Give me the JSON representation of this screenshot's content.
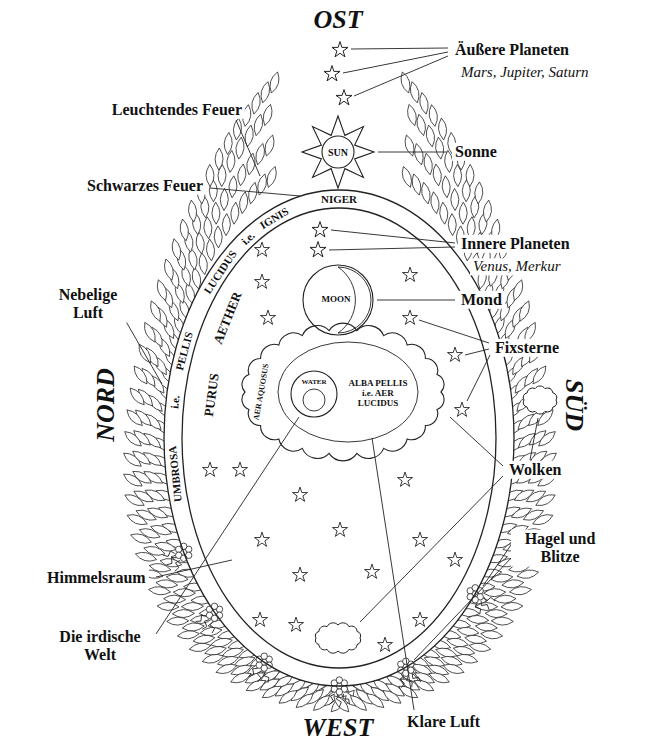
{
  "diagram": {
    "nodes": [
      {
        "text": [
          "SUN"
        ]
      },
      {
        "text": [
          "LUCIDUS",
          "i.e.",
          "IGNIS",
          "NIGER",
          "PELLIS",
          "i.e.",
          "UMBROSA"
        ]
      },
      {
        "text": [
          "AETHER",
          "PURUS"
        ],
        "in": 1
      },
      {
        "text": [
          "MOON"
        ],
        "in": 2
      },
      {
        "text": [
          "ALBA PELLIS i.e. AER LUCIDUS",
          "AER AQUOSUS"
        ],
        "in": 2
      },
      {
        "text": [
          "WATER"
        ],
        "in": 4
      }
    ],
    "labels": [
      "OST",
      "Äußere Planeten",
      "Mars, Jupiter, Saturn",
      "Leuchtendes Feuer",
      "Sonne",
      "Schwarzes Feuer",
      "Innere Planeten",
      "Venus, Merkur",
      "Mond",
      "Nebelige Luft",
      "Fixsterne",
      "NORD",
      "SÜD",
      "Wolken",
      "Hagel und Blitze",
      "Himmelsraum",
      "Die irdische Welt",
      "Klare Luft",
      "WEST"
    ]
  }
}
